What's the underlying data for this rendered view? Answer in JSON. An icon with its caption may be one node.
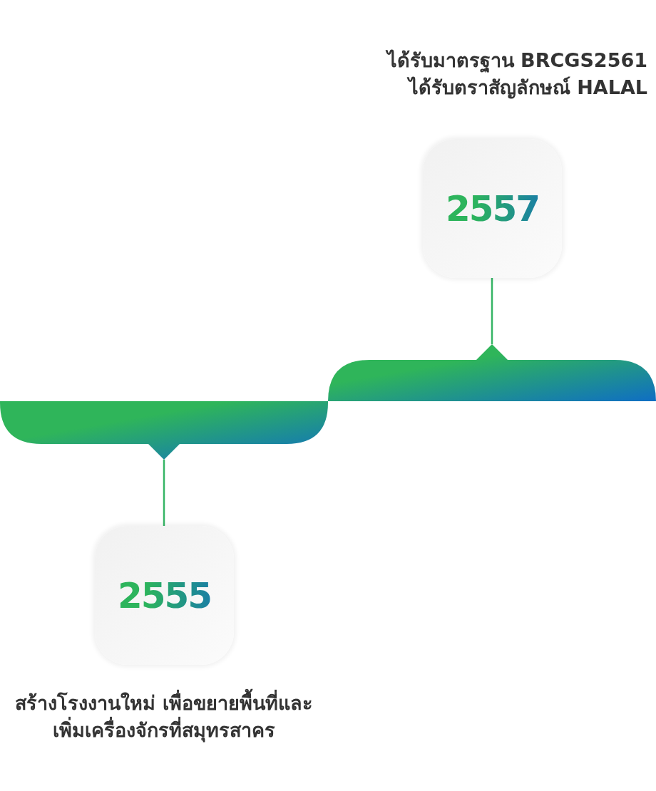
{
  "diagram": {
    "nodes": [
      {
        "text": [],
        "shape": "bar"
      },
      {
        "text": [
          "2555"
        ],
        "beside": [
          "สร้างโรงงานใหม่ เพื่อขยายพื้นที่และเพิ่มเครื่องจักรที่สมุทรสาคร"
        ]
      },
      {
        "text": [],
        "shape": "bar"
      },
      {
        "text": [
          "2557"
        ],
        "beside": [
          "ได้รับมาตรฐาน BRCGS2561",
          "ได้รับตราสัญลักษณ์ HALAL"
        ]
      }
    ],
    "edges": [
      {
        "from": 0,
        "to": 1,
        "arrow": "none"
      },
      {
        "from": 2,
        "to": 3,
        "arrow": "none"
      }
    ]
  }
}
